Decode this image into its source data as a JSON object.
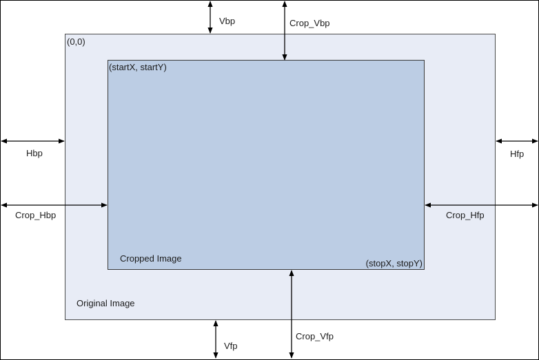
{
  "colors": {
    "background": "#ffffff",
    "frame": "#000000",
    "original_fill": "#e8ecf6",
    "original_stroke": "#4a4a4a",
    "cropped_fill": "#bccde4",
    "cropped_stroke": "#3a3a3a",
    "arrow": "#000000"
  },
  "labels": {
    "origin": "(0,0)",
    "start": "(startX, startY)",
    "stop": "(stopX, stopY)",
    "cropped_image": "Cropped Image",
    "original_image": "Original Image",
    "vbp": "Vbp",
    "crop_vbp": "Crop_Vbp",
    "hbp": "Hbp",
    "crop_hbp": "Crop_Hbp",
    "hfp": "Hfp",
    "crop_hfp": "Crop_Hfp",
    "vfp": "Vfp",
    "crop_vfp": "Crop_Vfp"
  }
}
